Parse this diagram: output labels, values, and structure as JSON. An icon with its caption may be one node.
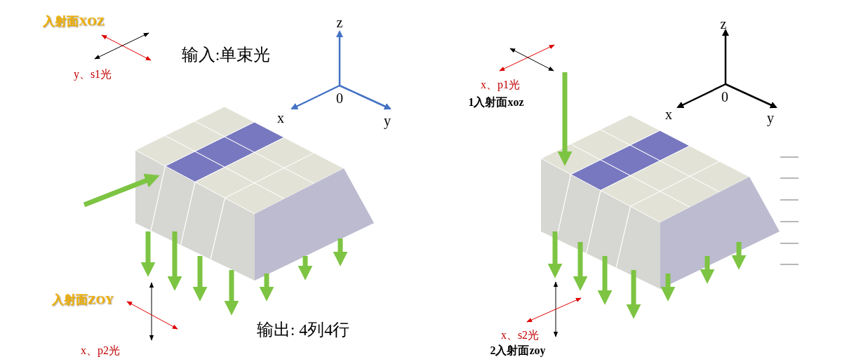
{
  "diagram": {
    "labels": [
      "入射面XOZ",
      "y、s1光",
      "输入:单束光",
      "z",
      "0",
      "x",
      "y",
      "入射面ZOY",
      "x、p2光",
      "输出: 4列4行",
      "x、p1光",
      "1入射面xoz",
      "z",
      "0",
      "x",
      "y",
      "x、s2光",
      "2入射面zoy"
    ]
  }
}
